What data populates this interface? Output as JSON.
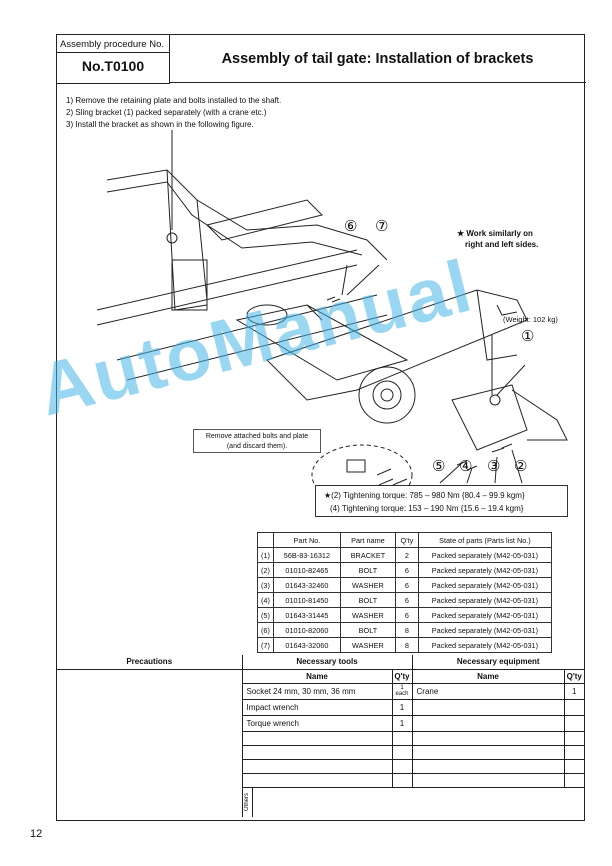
{
  "header": {
    "proc_label": "Assembly procedure No.",
    "proc_number": "No.T0100",
    "title": "Assembly of tail gate: Installation of brackets"
  },
  "steps": [
    "1)   Remove the retaining plate and bolts installed to the shaft.",
    "2)   Sling bracket (1) packed separately (with a crane etc.)",
    "3)   Install the bracket as shown in the following figure."
  ],
  "figure": {
    "note_line1": "★ Work similarly on",
    "note_line2": "right and left sides.",
    "weight": "(Weight: 102 kg)",
    "remove_line1": "Remove attached bolts and plate",
    "remove_line2": "(and discard them).",
    "callouts": [
      "⑥",
      "⑦",
      "①",
      "⑤",
      "④",
      "③",
      "②"
    ],
    "torque_line1": "★(2) Tightening torque: 785 – 980 Nm {80.4 – 99.9 kgm}",
    "torque_line2": "(4) Tightening torque: 153 – 190 Nm {15.6 – 19.4 kgm}"
  },
  "parts": {
    "headers": [
      "",
      "Part No.",
      "Part name",
      "Q'ty",
      "State of parts (Parts list No.)"
    ],
    "rows": [
      [
        "(1)",
        "56B-83-16312",
        "BRACKET",
        "2",
        "Packed separately (M42-05-031)"
      ],
      [
        "(2)",
        "01010-82465",
        "BOLT",
        "6",
        "Packed separately (M42-05-031)"
      ],
      [
        "(3)",
        "01643-32460",
        "WASHER",
        "6",
        "Packed separately (M42-05-031)"
      ],
      [
        "(4)",
        "01010-81450",
        "BOLT",
        "6",
        "Packed separately (M42-05-031)"
      ],
      [
        "(5)",
        "01643-31445",
        "WASHER",
        "6",
        "Packed separately (M42-05-031)"
      ],
      [
        "(6)",
        "01010-82060",
        "BOLT",
        "8",
        "Packed separately (M42-05-031)"
      ],
      [
        "(7)",
        "01643-32060",
        "WASHER",
        "8",
        "Packed separately (M42-05-031)"
      ]
    ]
  },
  "bottom": {
    "precautions": "Precautions",
    "tools_title": "Necessary tools",
    "equipment_title": "Necessary equipment",
    "name_col": "Name",
    "qty_col": "Q'ty",
    "tools": [
      {
        "name": "Socket 24 mm, 30 mm, 36 mm",
        "qty": "1 each"
      },
      {
        "name": "Impact wrench",
        "qty": "1"
      },
      {
        "name": "Torque wrench",
        "qty": "1"
      }
    ],
    "equipment": [
      {
        "name": "Crane",
        "qty": "1"
      }
    ],
    "others": "Others"
  },
  "watermark": "AutoManual",
  "page_number": "12"
}
